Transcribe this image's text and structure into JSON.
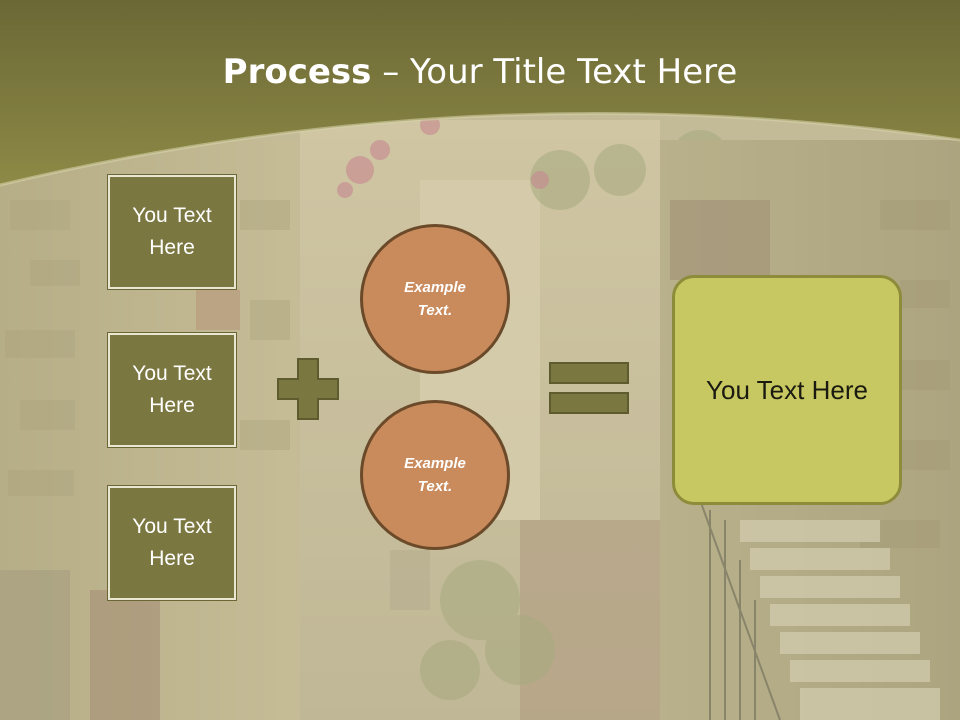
{
  "title": {
    "bold": "Process",
    "dash": " – ",
    "rest": "Your Title Text Here"
  },
  "left_boxes": [
    {
      "label": "You Text Here"
    },
    {
      "label": "You Text Here"
    },
    {
      "label": "You Text Here"
    }
  ],
  "circles": [
    {
      "label": "Example Text."
    },
    {
      "label": "Example Text."
    }
  ],
  "result": {
    "label": "You Text Here"
  },
  "colors": {
    "header": "#7e7a3a",
    "box_fill": "#7b7741",
    "circle_fill": "#c98a5c",
    "result_fill": "#c8c862"
  },
  "icons": [
    "plus-icon",
    "equals-icon"
  ]
}
